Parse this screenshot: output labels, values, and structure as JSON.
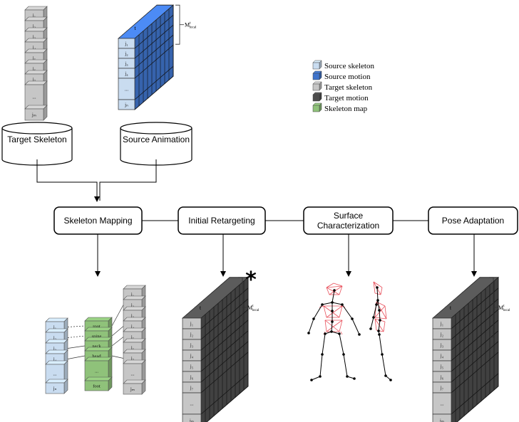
{
  "colors": {
    "source_skeleton": "#c9dcf0",
    "source_motion": "#3f74cc",
    "target_skeleton": "#c6c6c6",
    "target_motion": "#4d4d4d",
    "skeleton_map": "#8fc27a",
    "pose_lines": "#e8505b"
  },
  "legend": [
    {
      "label": "Source skeleton",
      "color": "#c9dcf0"
    },
    {
      "label": "Source motion",
      "color": "#3f74cc"
    },
    {
      "label": "Target skeleton",
      "color": "#c6c6c6"
    },
    {
      "label": "Target motion",
      "color": "#4d4d4d"
    },
    {
      "label": "Skeleton map",
      "color": "#8fc27a"
    }
  ],
  "databases": {
    "target": "Target Skeleton",
    "source": "Source Animation"
  },
  "steps": [
    {
      "label": "Skeleton Mapping"
    },
    {
      "label": "Initial Retargeting"
    },
    {
      "label": "Surface Characterization"
    },
    {
      "label": "Pose Adaptation"
    }
  ],
  "marker": "*",
  "motion_labels": {
    "m_local": "M",
    "m_sup": "t",
    "m_sub": "local",
    "t": "t"
  },
  "target_column": [
    "j₁",
    "j₂",
    "j₃",
    "j₄",
    "j₅",
    "j₆",
    "j₇",
    "...",
    "jₘ"
  ],
  "source_column": [
    "j₁",
    "j₂",
    "j₃",
    "j₄",
    "...",
    "jₙ"
  ],
  "mapping": {
    "source": [
      "j₁",
      "j₂",
      "j₃",
      "j₄",
      "...",
      "jₙ"
    ],
    "map": [
      "root",
      "spine",
      "neck",
      "head",
      "...",
      "foot"
    ],
    "target": [
      "j₁",
      "j₂",
      "j₃",
      "j₄",
      "j₅",
      "j₆",
      "j₇",
      "...",
      "jₘ"
    ]
  }
}
